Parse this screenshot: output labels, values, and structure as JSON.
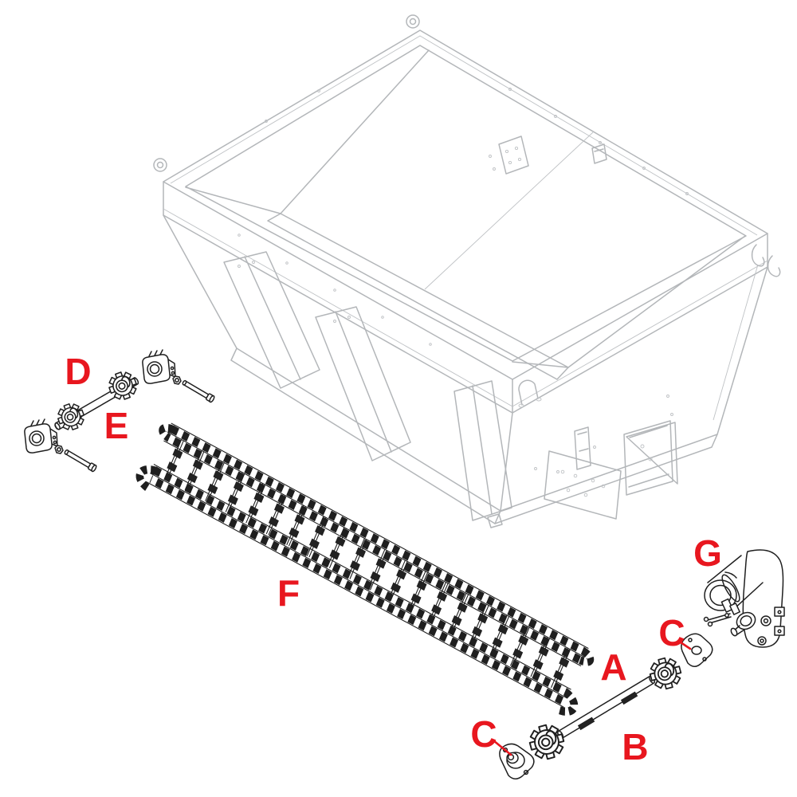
{
  "figure": {
    "type": "exploded-parts-diagram",
    "background": "#ffffff",
    "callout_color": "#e8171f",
    "hopper_line_color": "#b3b6b9",
    "parts_line_color": "#1f1f1f",
    "callouts": {
      "a": "A",
      "b": "B",
      "c_lower": "C",
      "c_upper": "C",
      "d": "D",
      "e": "E",
      "f": "F",
      "g": "G"
    }
  }
}
